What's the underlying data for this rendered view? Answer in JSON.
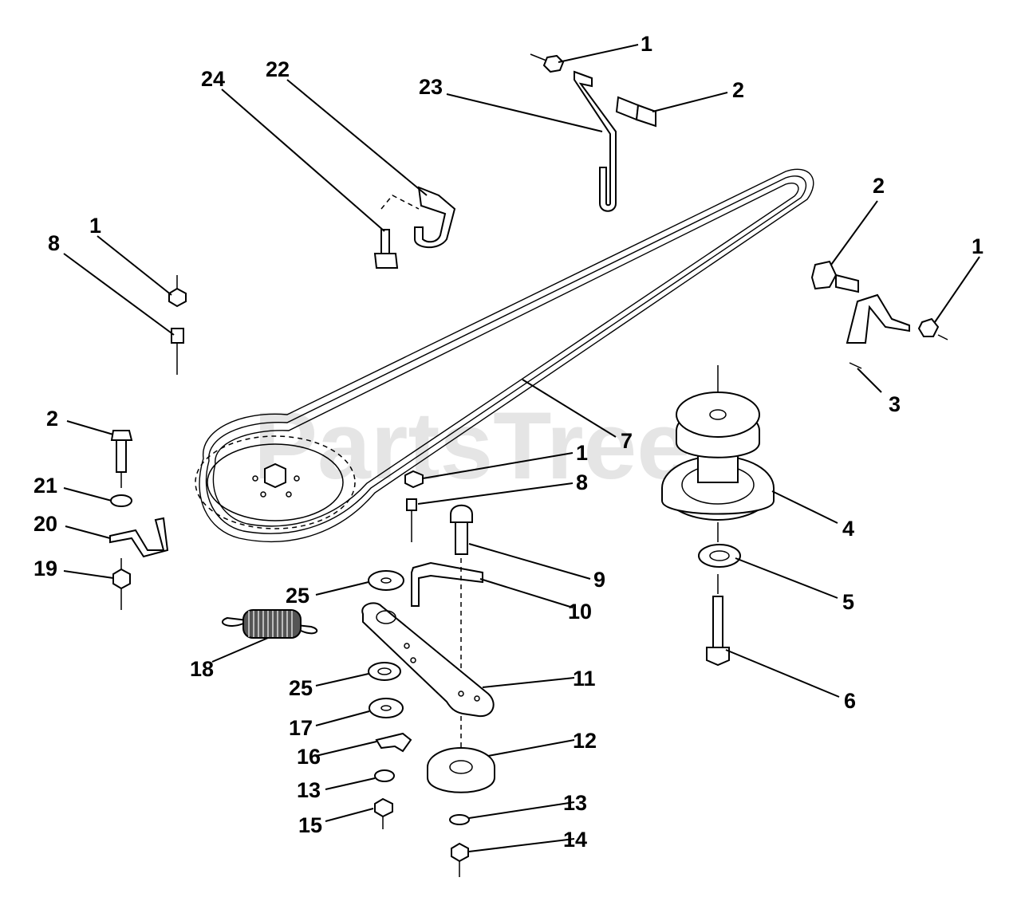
{
  "watermark": "PartsTree",
  "callouts": [
    "1",
    "2",
    "23",
    "22",
    "24",
    "1",
    "8",
    "2",
    "1",
    "3",
    "7",
    "4",
    "2",
    "1",
    "21",
    "8",
    "20",
    "19",
    "9",
    "25",
    "10",
    "5",
    "18",
    "11",
    "6",
    "25",
    "17",
    "12",
    "16",
    "13",
    "13",
    "15",
    "14"
  ]
}
